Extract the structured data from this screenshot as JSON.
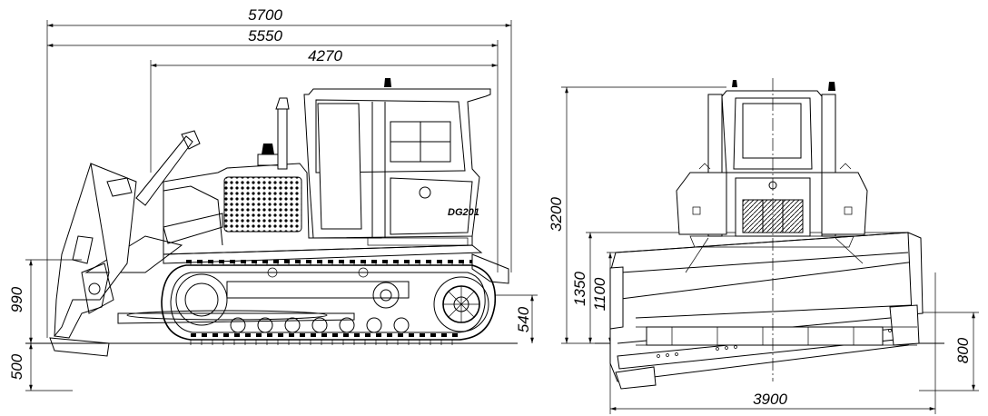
{
  "colors": {
    "ink": "#000000",
    "paper": "#ffffff"
  },
  "side_view": {
    "dims": {
      "overall_length": "5700",
      "length_mid": "5550",
      "length_body": "4270",
      "blade_lift": "990",
      "blade_drop": "500",
      "track_height": "540"
    },
    "cab_badge": "DG201"
  },
  "front_view": {
    "dims": {
      "overall_height": "3200",
      "blade_height_tilt": "1350",
      "blade_height": "1100",
      "tilt_drop": "800",
      "blade_width": "3900"
    }
  }
}
